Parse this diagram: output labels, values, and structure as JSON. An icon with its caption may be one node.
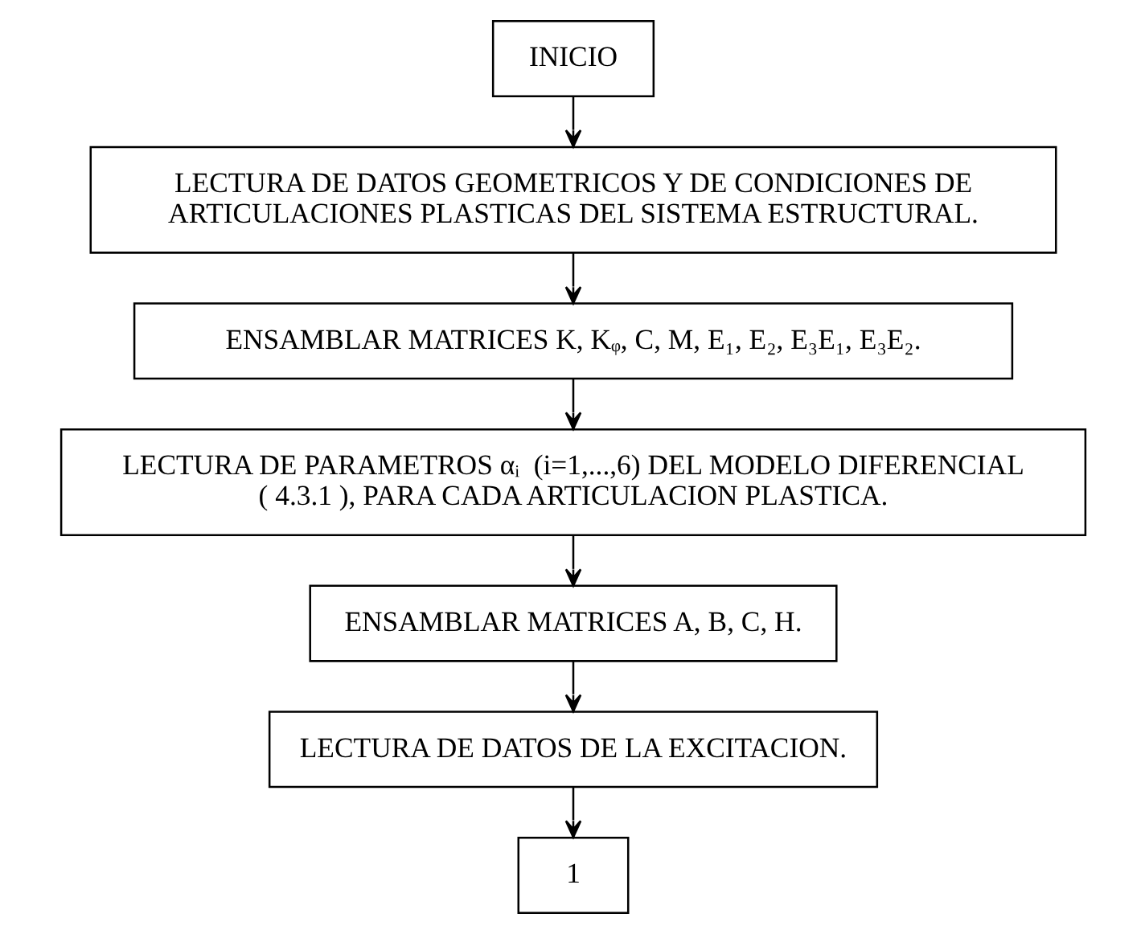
{
  "diagram": {
    "nodes": [
      {
        "text": [
          "INICIO"
        ]
      },
      {
        "text": [
          "LECTURA DE DATOS GEOMETRICOS Y DE CONDICIONES DE ARTICULACIONES PLASTICAS DEL SISTEMA ESTRUCTURAL."
        ]
      },
      {
        "text": [
          "ENSAMBLAR MATRICES K, Kᵩ, C, M, E₁, E₂, E₃E₁, E₃E₂."
        ]
      },
      {
        "text": [
          "LECTURA DE PARAMETROS αᵢ  (i=1,...,6) DEL MODELO DIFERENCIAL ( 4.3.1 ), PARA CADA ARTICULACION PLASTICA."
        ]
      },
      {
        "text": [
          "ENSAMBLAR MATRICES A, B, C, H."
        ]
      },
      {
        "text": [
          "LECTURA DE DATOS DE LA EXCITACION."
        ]
      },
      {
        "text": [
          "1"
        ]
      }
    ],
    "edges": [
      {
        "from": 0,
        "to": 1,
        "arrow": "to"
      },
      {
        "from": 1,
        "to": 2,
        "arrow": "to"
      },
      {
        "from": 2,
        "to": 3,
        "arrow": "to"
      },
      {
        "from": 3,
        "to": 4,
        "arrow": "to"
      },
      {
        "from": 4,
        "to": 5,
        "arrow": "to"
      },
      {
        "from": 5,
        "to": 6,
        "arrow": "to"
      }
    ]
  }
}
